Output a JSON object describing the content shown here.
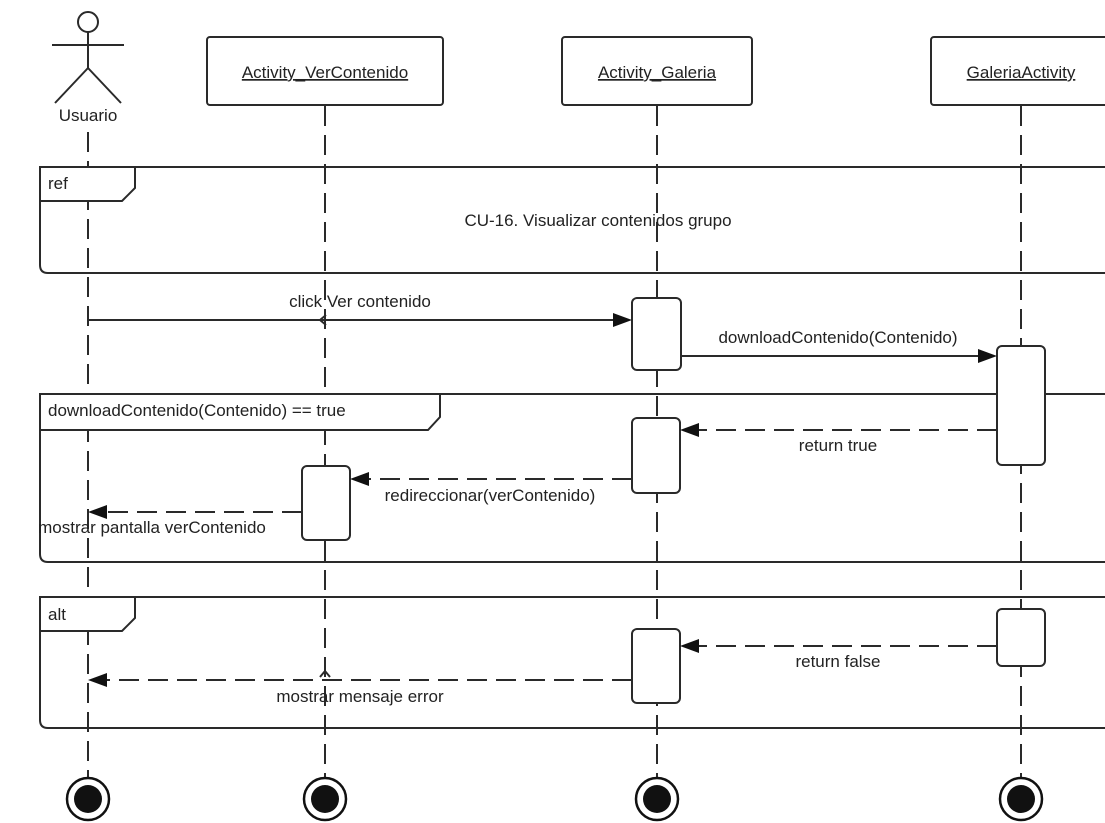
{
  "actor": {
    "label": "Usuario"
  },
  "participants": [
    {
      "label": "Activity_VerContenido"
    },
    {
      "label": "Activity_Galeria"
    },
    {
      "label": "GaleriaActivity"
    }
  ],
  "frames": {
    "ref": {
      "tag": "ref",
      "text": "CU-16. Visualizar contenidos grupo"
    },
    "condition": {
      "tag": "downloadContenido(Contenido) == true"
    },
    "alt": {
      "tag": "alt"
    }
  },
  "messages": [
    {
      "label": "click Ver contenido",
      "kind": "sync"
    },
    {
      "label": "downloadContenido(Contenido)",
      "kind": "sync"
    },
    {
      "label": "return true",
      "kind": "return"
    },
    {
      "label": "redireccionar(verContenido)",
      "kind": "return"
    },
    {
      "label": "mostrar pantalla verContenido",
      "kind": "return"
    },
    {
      "label": "return false",
      "kind": "return"
    },
    {
      "label": "mostrar mensaje error",
      "kind": "return"
    }
  ]
}
